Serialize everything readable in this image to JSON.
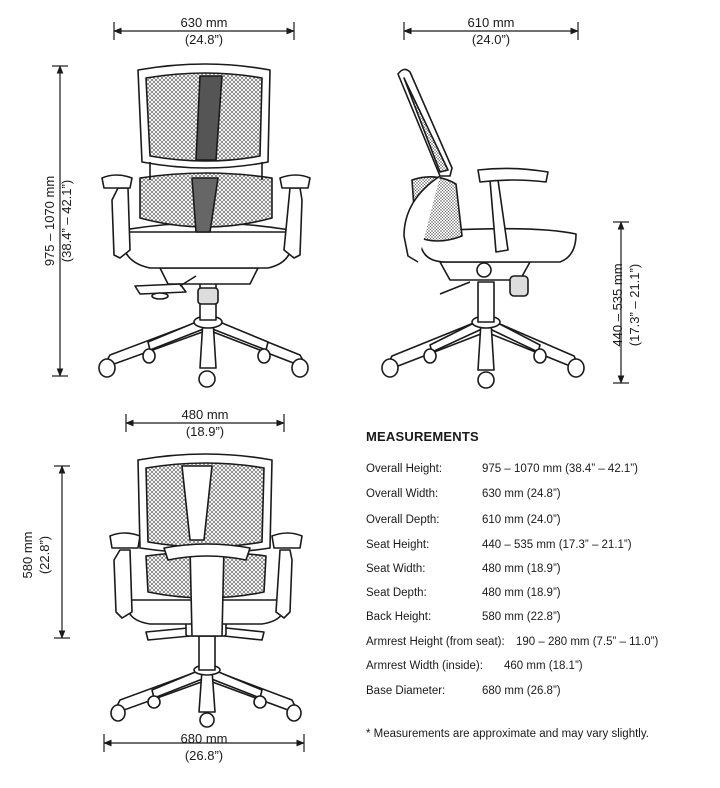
{
  "dimensions": {
    "front_width": {
      "metric": "630 mm",
      "imperial": "(24.8”)"
    },
    "front_height": {
      "metric": "975 – 1070 mm",
      "imperial": "(38.4” – 42.1”)"
    },
    "side_depth": {
      "metric": "610 mm",
      "imperial": "(24.0”)"
    },
    "side_seat_height": {
      "metric": "440 – 535 mm",
      "imperial": "(17.3” – 21.1”)"
    },
    "back_width": {
      "metric": "480 mm",
      "imperial": "(18.9”)"
    },
    "back_height": {
      "metric": "580 mm",
      "imperial": "(22.8”)"
    },
    "base_diameter": {
      "metric": "680 mm",
      "imperial": "(26.8”)"
    }
  },
  "measurements": {
    "title": "MEASUREMENTS",
    "rows": [
      {
        "label": "Overall Height:",
        "value": "975 – 1070 mm (38.4” – 42.1”)"
      },
      {
        "label": "Overall Width:",
        "value": "630 mm (24.8”)"
      },
      {
        "label": "Overall Depth:",
        "value": "610 mm (24.0”)"
      },
      {
        "label": "Seat Height:",
        "value": "440 – 535 mm (17.3” – 21.1”)"
      },
      {
        "label": "Seat Width:",
        "value": "480 mm (18.9”)"
      },
      {
        "label": "Seat Depth:",
        "value": "480 mm (18.9”)"
      },
      {
        "label": "Back Height:",
        "value": "580 mm (22.8”)"
      },
      {
        "label": "Armrest Height (from seat):",
        "value": "190 – 280 mm (7.5” – 11.0”)"
      },
      {
        "label": "Armrest Width (inside):",
        "value": "460 mm (18.1”)"
      },
      {
        "label": "Base Diameter:",
        "value": "680 mm (26.8”)"
      }
    ],
    "note": "* Measurements are approximate and may vary slightly."
  }
}
